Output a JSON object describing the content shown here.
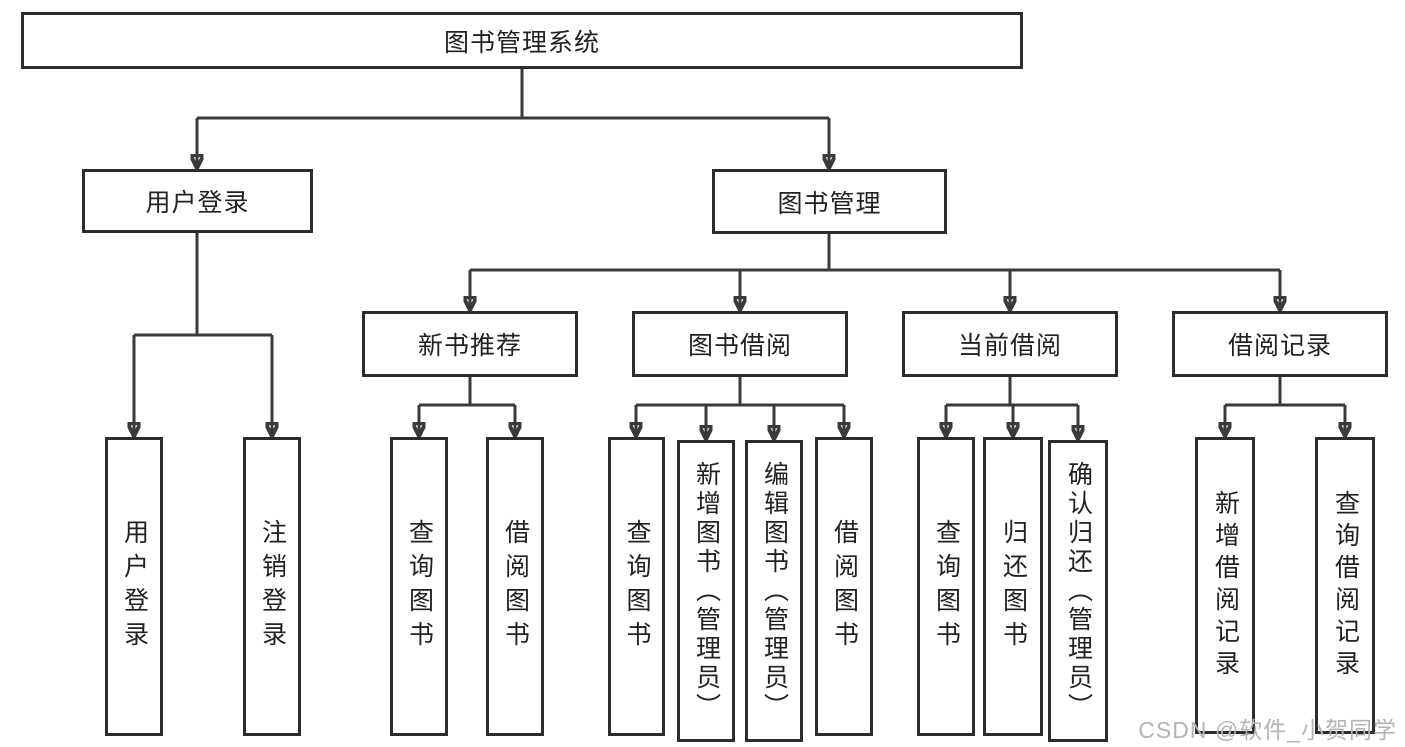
{
  "page": {
    "background": "#ffffff",
    "watermark": {
      "text": "CSDN @软件_小贺同学",
      "color": "#b5b5b5"
    }
  },
  "colors": {
    "line": "#3a3a3a",
    "box_border": "#2d2d2d",
    "box_bg": "#ffffff",
    "text": "#222222"
  },
  "nodes": {
    "root": "图书管理系统",
    "user_login": "用户登录",
    "book_management": "图书管理",
    "user_login_action": "用户登录",
    "logout_action": "注销登录",
    "new_book_recommend": "新书推荐",
    "book_borrow": "图书借阅",
    "current_borrow": "当前借阅",
    "borrow_records": "借阅记录",
    "nbr_query_books": "查询图书",
    "nbr_borrow_books": "借阅图书",
    "bb_query_books": "查询图书",
    "bb_add_books": "新增图书（管理员）",
    "bb_edit_books": "编辑图书（管理员）",
    "bb_borrow_books": "借阅图书",
    "cb_query_books": "查询图书",
    "cb_return_books": "归还图书",
    "cb_confirm_return": "确认归还（管理员）",
    "br_add_record": "新增借阅记录",
    "br_query_record": "查询借阅记录"
  },
  "hierarchy": {
    "图书管理系统": {
      "用户登录": [
        "用户登录",
        "注销登录"
      ],
      "图书管理": {
        "新书推荐": [
          "查询图书",
          "借阅图书"
        ],
        "图书借阅": [
          "查询图书",
          "新增图书（管理员）",
          "编辑图书（管理员）",
          "借阅图书"
        ],
        "当前借阅": [
          "查询图书",
          "归还图书",
          "确认归还（管理员）"
        ],
        "借阅记录": [
          "新增借阅记录",
          "查询借阅记录"
        ]
      }
    }
  }
}
